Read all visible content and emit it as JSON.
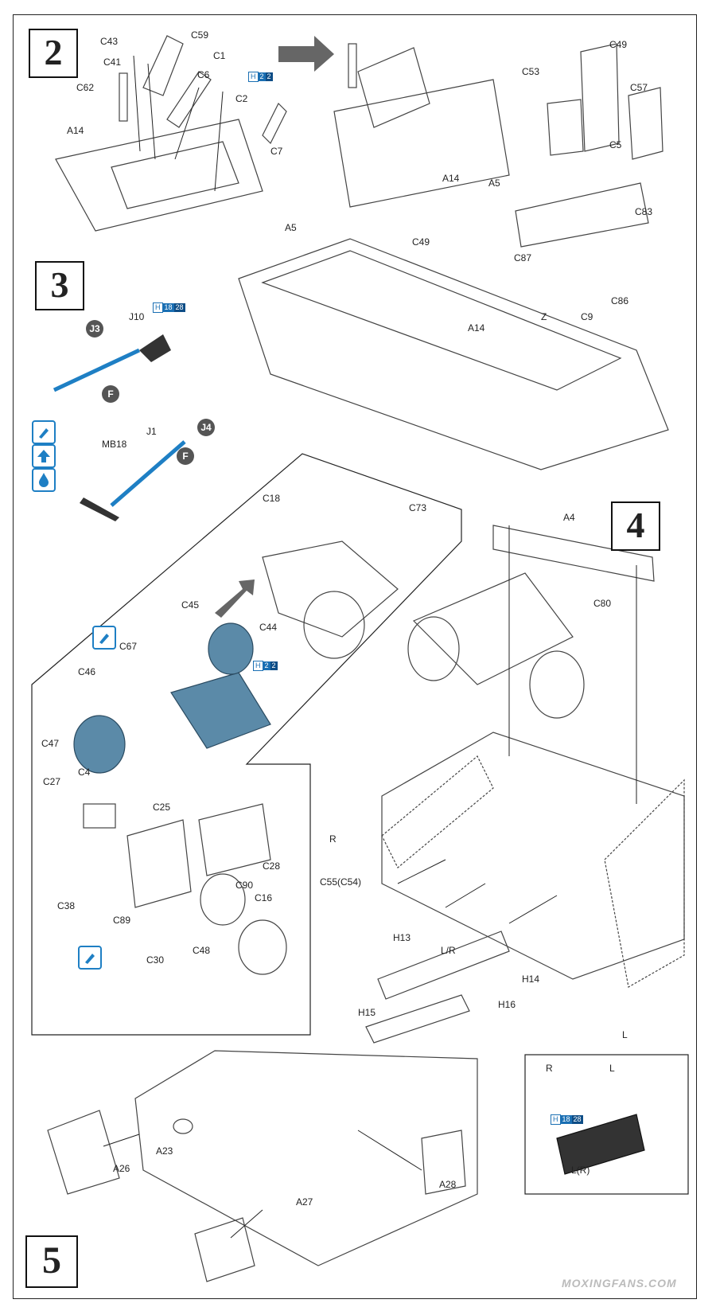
{
  "steps": {
    "s2": "2",
    "s3": "3",
    "s4": "4",
    "s5": "5"
  },
  "labels": {
    "c43": "C43",
    "c59": "C59",
    "c1": "C1",
    "c41": "C41",
    "c6": "C6",
    "c62": "C62",
    "c2": "C2",
    "a14a": "A14",
    "c7": "C7",
    "a14b": "A14",
    "c49a": "C49",
    "c53": "C53",
    "c57": "C57",
    "c5": "C5",
    "a5a": "A5",
    "c83": "C83",
    "c87": "C87",
    "c86": "C86",
    "c9": "C9",
    "a5b": "A5",
    "c49b": "C49",
    "a14c": "A14",
    "z": "Z",
    "j10": "J10",
    "mb18": "MB18",
    "j1": "J1",
    "c18": "C18",
    "c73": "C73",
    "c45": "C45",
    "c44": "C44",
    "c67": "C67",
    "c46": "C46",
    "c47": "C47",
    "c27": "C27",
    "c4": "C4",
    "c25": "C25",
    "c28": "C28",
    "c38": "C38",
    "c89": "C89",
    "c90": "C90",
    "c16": "C16",
    "c48": "C48",
    "c30": "C30",
    "a4": "A4",
    "c80": "C80",
    "r": "R",
    "c55": "C55(C54)",
    "h13": "H13",
    "lr": "L/R",
    "h14": "H14",
    "h15": "H15",
    "h16": "H16",
    "l": "L",
    "ir": "R",
    "il": "L",
    "ilr": "L(R)",
    "a23": "A23",
    "a26": "A26",
    "a27": "A27",
    "a28": "A28"
  },
  "refs": {
    "j3": "J3",
    "j4": "J4",
    "f1": "F",
    "f2": "F"
  },
  "chips": {
    "c1": {
      "h": "H",
      "a": "2",
      "b": "2"
    },
    "j10": {
      "h": "H",
      "a": "18",
      "b": "28"
    },
    "c67": {
      "h": "H",
      "a": "2",
      "b": "2"
    },
    "track": {
      "h": "H",
      "a": "18",
      "b": "28"
    }
  },
  "watermark": "MOXINGFANS.COM",
  "icons": [
    "paint-icon",
    "upward-icon",
    "glue-icon",
    "paint-icon",
    "paint-icon"
  ],
  "colors": {
    "blue": "#1e7fc4",
    "part_fill": "#5b8aa8",
    "line": "#333333"
  }
}
